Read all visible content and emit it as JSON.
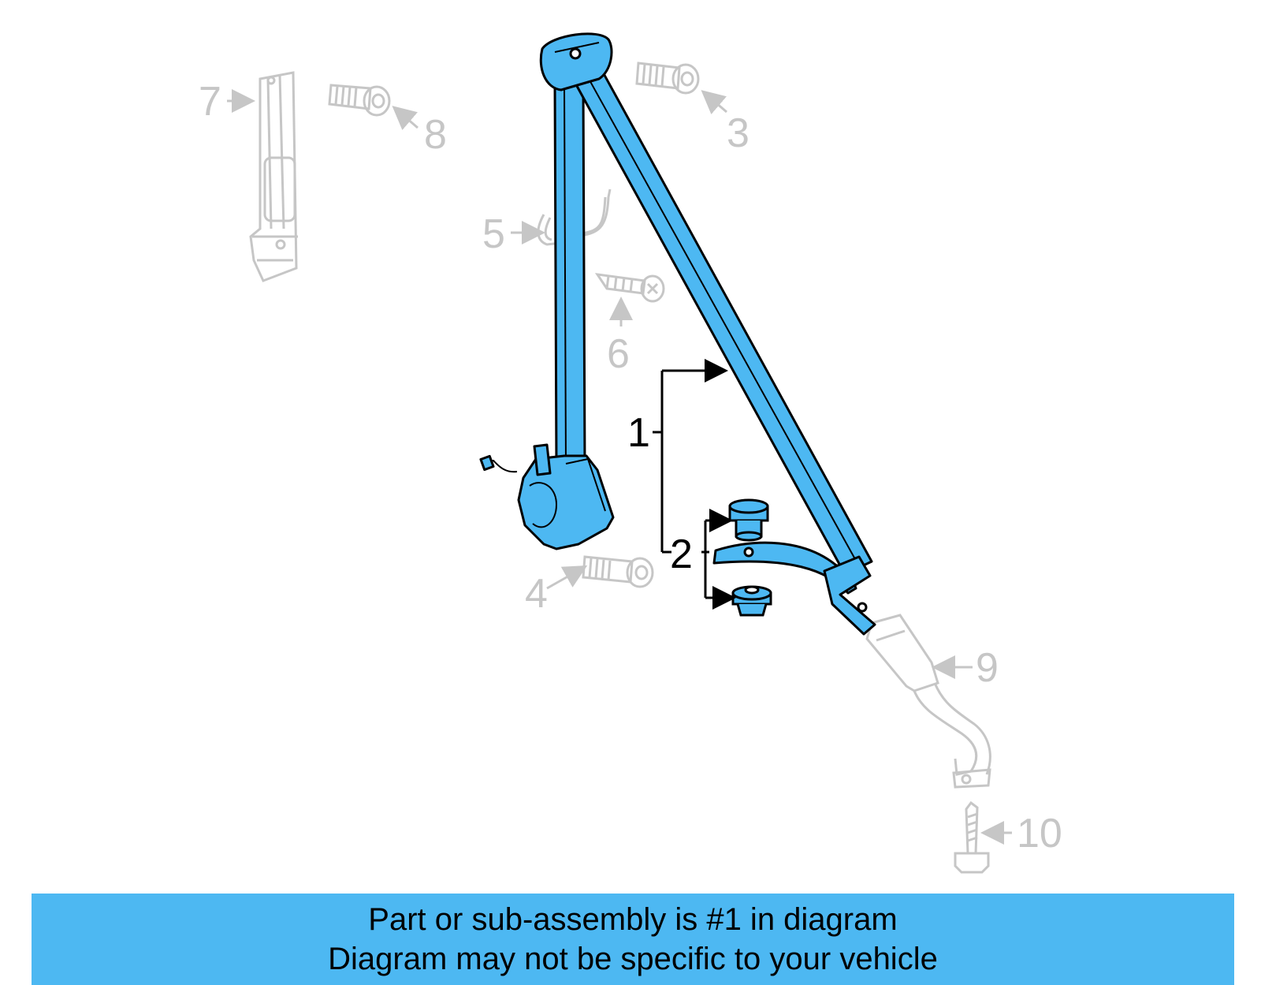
{
  "callouts": {
    "c1": "1",
    "c2": "2",
    "c3": "3",
    "c4": "4",
    "c5": "5",
    "c6": "6",
    "c7": "7",
    "c8": "8",
    "c9": "9",
    "c10": "10"
  },
  "colors": {
    "highlight": "#4db8f2",
    "faded_line": "#c6c6c6",
    "active_line": "#000000",
    "banner_bg": "#4db8f2"
  },
  "icons": [
    "seat-belt-assembly",
    "retractor",
    "belt-guide",
    "bolt",
    "screw",
    "buckle",
    "anchor-plate",
    "cap-nut"
  ],
  "banner": {
    "line1": "Part or sub-assembly is #1 in diagram",
    "line2": "Diagram may not be specific to your vehicle"
  }
}
